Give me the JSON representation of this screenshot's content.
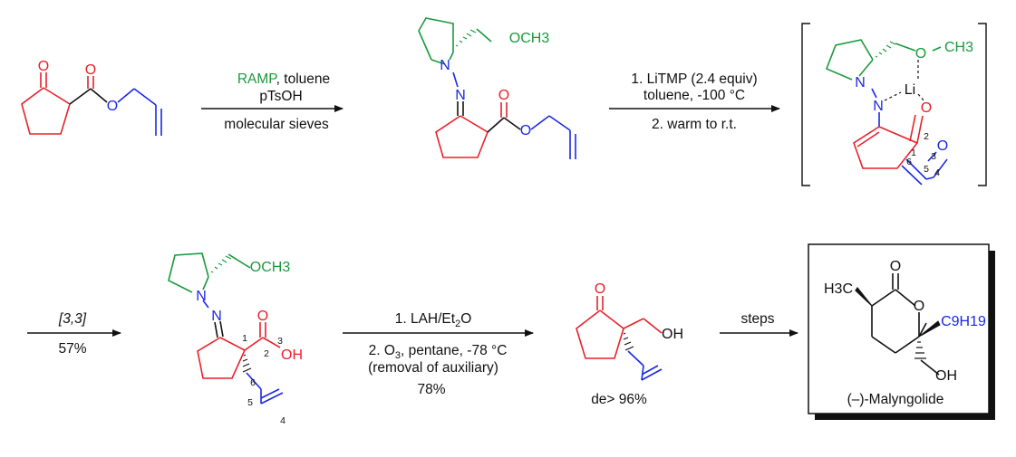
{
  "colors": {
    "red": "#e8202a",
    "blue": "#1a28e6",
    "green": "#1a9a3c",
    "black": "#111111"
  },
  "step1": {
    "reagent_highlight": "RAMP",
    "reagent_rest": ", toluene",
    "line2": "pTsOH",
    "below": "molecular sieves"
  },
  "step2": {
    "line1": "1. LiTMP (2.4 equiv)",
    "line2": "toluene, -100 °C",
    "below": "2. warm to r.t."
  },
  "step3": {
    "above": "[3,3]",
    "below": "57%"
  },
  "step4": {
    "line1_prefix": "1. LAH/Et",
    "line1_sub": "2",
    "line1_suffix": "O",
    "line2_prefix": "2.  O",
    "line2_sub": "3",
    "line2_suffix": ", pentane, -78 °C",
    "line3": "(removal of auxiliary)",
    "line4": "78%"
  },
  "step5": {
    "above": "steps"
  },
  "ketoester": {
    "ketone_o": "O",
    "carbonyl_o": "O",
    "ester_o": "O"
  },
  "hydrazone": {
    "methoxy": "OCH3",
    "n_ring": "N",
    "n_imine": "N",
    "carbonyl_o": "O",
    "ester_o": "O"
  },
  "enolate": {
    "methoxy_o": "O",
    "methyl": "CH3",
    "n_ring": "N",
    "n_imine": "N",
    "lithium": "Li",
    "enolate_o": "O",
    "ether_o": "O",
    "numbers": [
      "1",
      "2",
      "3",
      "4",
      "5",
      "6"
    ]
  },
  "acid": {
    "methoxy": "OCH3",
    "n_ring": "N",
    "n_imine": "N",
    "carbonyl_o": "O",
    "hydroxyl": "OH",
    "numbers": [
      "1",
      "2",
      "3",
      "4",
      "5",
      "6"
    ]
  },
  "ketone_product": {
    "ketone_o": "O",
    "hydroxyl": "OH",
    "de": "de> 96%"
  },
  "malyngolide": {
    "methyl": "H3C",
    "carbonyl_o": "O",
    "ring_o": "O",
    "chain": "C9H19",
    "hydroxyl": "OH",
    "name": "(–)-Malyngolide"
  }
}
